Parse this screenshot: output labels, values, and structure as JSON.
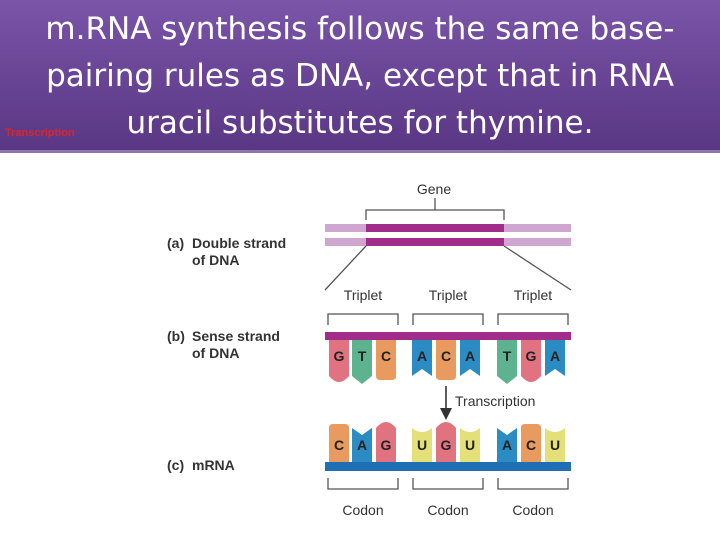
{
  "slide": {
    "title_lines": [
      "m.RNA synthesis follows the same base-",
      "pairing rules as DNA, except that in RNA",
      "uracil substitutes for thymine."
    ],
    "corner_tag": "Transcription"
  },
  "diagram": {
    "gene_label": "Gene",
    "panel_a": {
      "letter": "(a)",
      "line1": "Double strand",
      "line2": "of DNA"
    },
    "panel_b": {
      "letter": "(b)",
      "line1": "Sense strand",
      "line2": "of DNA"
    },
    "panel_c": {
      "letter": "(c)",
      "line1": "mRNA"
    },
    "triplet_labels": [
      "Triplet",
      "Triplet",
      "Triplet"
    ],
    "codon_labels": [
      "Codon",
      "Codon",
      "Codon"
    ],
    "transcription_label": "Transcription",
    "dna_bases": [
      "G",
      "T",
      "C",
      "A",
      "C",
      "A",
      "T",
      "G",
      "A"
    ],
    "mrna_bases": [
      "C",
      "A",
      "G",
      "U",
      "G",
      "U",
      "A",
      "C",
      "U"
    ],
    "base_colors": {
      "A": "#2b8cc4",
      "T": "#5db38f",
      "G": "#e0737f",
      "C": "#e89a5f",
      "U": "#e3e07a"
    },
    "colors": {
      "dna_strand": "#a12c8a",
      "dna_light": "#cfa6cf",
      "mrna_strand": "#1f6fb5"
    }
  }
}
